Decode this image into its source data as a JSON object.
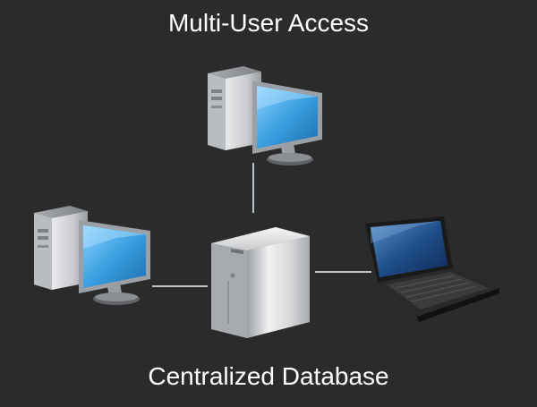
{
  "header": {
    "title": "Multi-User Access"
  },
  "footer": {
    "title": "Centralized Database"
  },
  "nodes": [
    {
      "id": "top-desktop",
      "icon": "desktop-computer-icon"
    },
    {
      "id": "left-desktop",
      "icon": "desktop-computer-icon"
    },
    {
      "id": "right-laptop",
      "icon": "laptop-icon"
    },
    {
      "id": "center-server",
      "icon": "database-server-icon"
    }
  ],
  "colors": {
    "background": "#2b2b2b",
    "text": "#ffffff",
    "connector": "#b8c4cc",
    "screen": "#3aa0e0"
  }
}
